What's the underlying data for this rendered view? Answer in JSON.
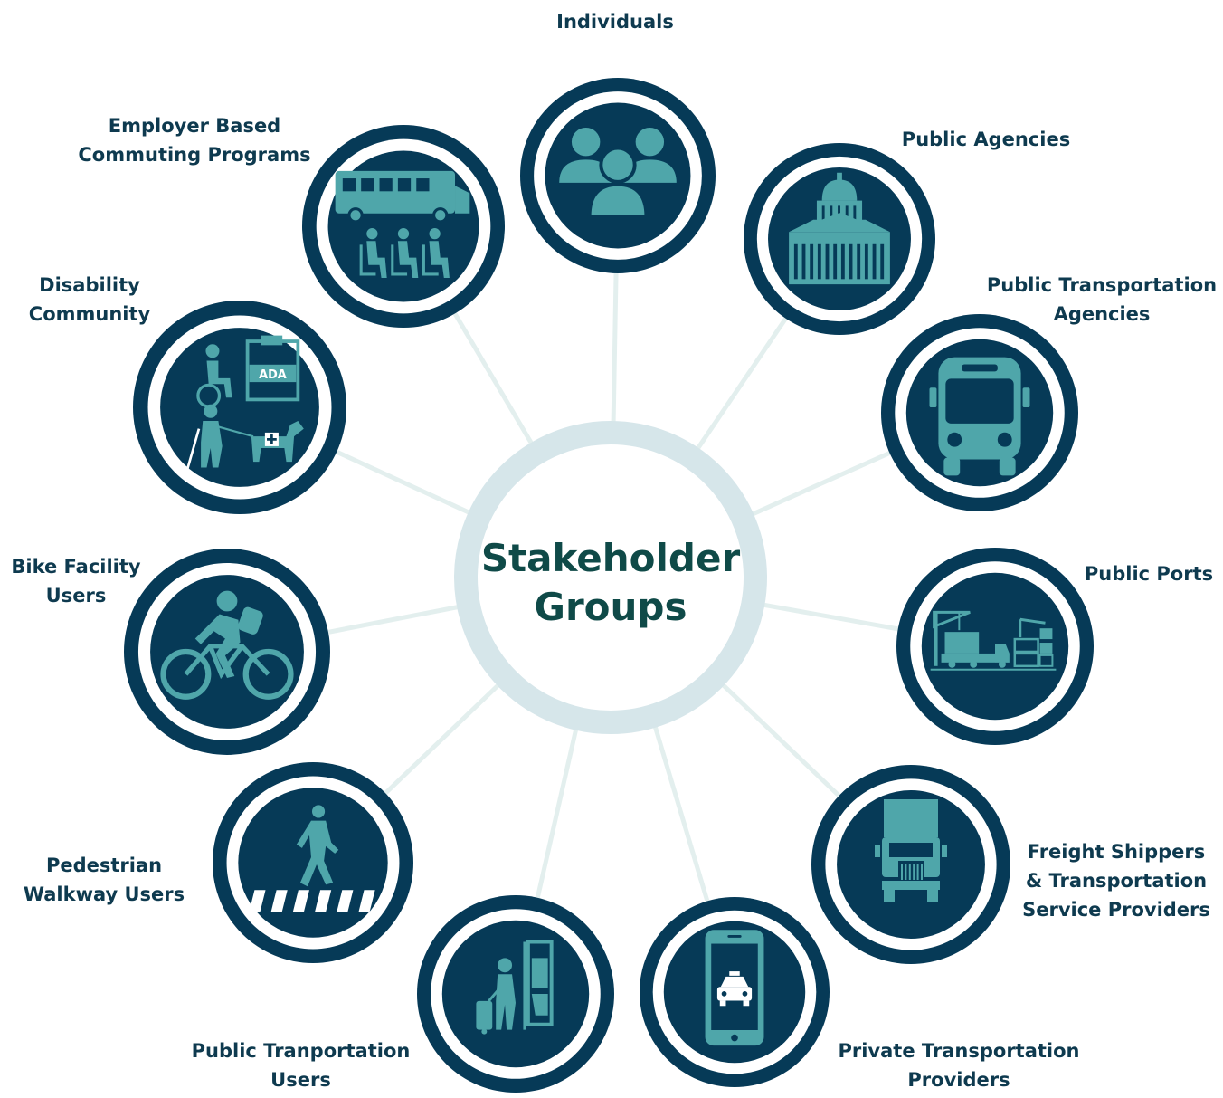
{
  "center": {
    "line1": "Stakeholder",
    "line2": "Groups"
  },
  "colors": {
    "ring_dark": "#063a57",
    "icon_teal": "#4fa6aa",
    "spoke": "#e3efee",
    "center_ring": "#d6e6ea",
    "center_text": "#0f4a48",
    "label_text": "#0e3a4f"
  },
  "groups": [
    {
      "id": "individuals",
      "icon": "people-group-icon",
      "label_lines": [
        "Individuals"
      ]
    },
    {
      "id": "public-agencies",
      "icon": "capitol-building-icon",
      "label_lines": [
        "Public Agencies"
      ]
    },
    {
      "id": "public-transportation-agencies",
      "icon": "bus-front-icon",
      "label_lines": [
        "Public Transportation",
        "Agencies"
      ]
    },
    {
      "id": "public-ports",
      "icon": "port-crane-truck-icon",
      "label_lines": [
        "Public Ports"
      ]
    },
    {
      "id": "freight-shippers",
      "icon": "semi-truck-icon",
      "label_lines": [
        "Freight Shippers",
        "& Transportation",
        "Service Providers"
      ]
    },
    {
      "id": "private-transportation-providers",
      "icon": "smartphone-taxi-icon",
      "label_lines": [
        "Private Transportation",
        "Providers"
      ]
    },
    {
      "id": "public-transportation-users",
      "icon": "traveler-luggage-icon",
      "label_lines": [
        "Public Tranportation",
        "Users"
      ]
    },
    {
      "id": "pedestrian-walkway-users",
      "icon": "pedestrian-crosswalk-icon",
      "label_lines": [
        "Pedestrian",
        "Walkway Users"
      ]
    },
    {
      "id": "bike-facility-users",
      "icon": "cyclist-icon",
      "label_lines": [
        "Bike Facility",
        "Users"
      ]
    },
    {
      "id": "disability-community",
      "icon": "accessibility-ada-icon",
      "label_lines": [
        "Disability",
        "Community"
      ]
    },
    {
      "id": "employer-based-commuting",
      "icon": "commuter-bus-riders-icon",
      "label_lines": [
        "Employer Based",
        "Commuting Programs"
      ]
    }
  ]
}
